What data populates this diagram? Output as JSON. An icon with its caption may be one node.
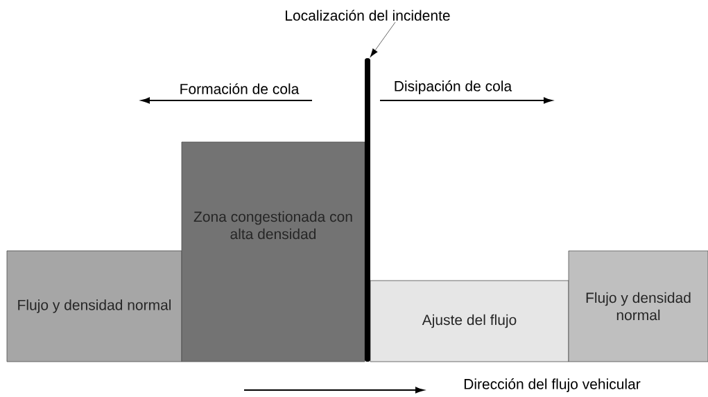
{
  "diagram": {
    "nodes": [
      {
        "text": [
          "Flujo y densidad normal"
        ]
      },
      {
        "text": [
          "Zona congestionada con alta densidad"
        ]
      },
      {
        "text": [
          "Ajuste del flujo"
        ]
      },
      {
        "text": [
          "Flujo y densidad normal"
        ]
      },
      {
        "text": [
          "Localización del incidente"
        ]
      },
      {
        "text": [],
        "shape": "bar"
      }
    ],
    "edges": [
      {
        "from": 4,
        "to": 5,
        "arrow": "to"
      }
    ],
    "labels": [
      "Formación de cola",
      "Disipación de cola",
      "Dirección del flujo vehicular"
    ]
  }
}
